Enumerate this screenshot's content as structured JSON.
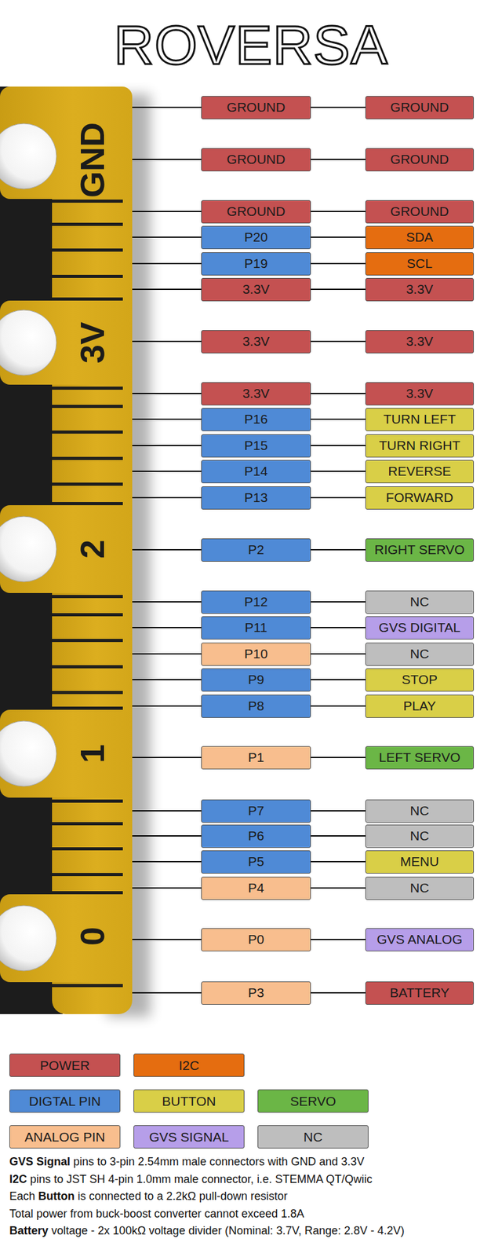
{
  "diagram": {
    "title": "ROVERSA",
    "nodes": [
      {
        "text": [
          "GROUND"
        ]
      },
      {
        "text": [
          "GROUND"
        ]
      },
      {
        "text": [
          "GROUND"
        ]
      },
      {
        "text": [
          "GROUND"
        ]
      },
      {
        "text": [
          "GROUND"
        ]
      },
      {
        "text": [
          "GROUND"
        ]
      },
      {
        "text": [
          "P20"
        ]
      },
      {
        "text": [
          "SDA"
        ]
      },
      {
        "text": [
          "P19"
        ]
      },
      {
        "text": [
          "SCL"
        ]
      },
      {
        "text": [
          "3.3V"
        ]
      },
      {
        "text": [
          "3.3V"
        ]
      },
      {
        "text": [
          "3.3V"
        ]
      },
      {
        "text": [
          "3.3V"
        ]
      },
      {
        "text": [
          "3.3V"
        ]
      },
      {
        "text": [
          "3.3V"
        ]
      },
      {
        "text": [
          "P16"
        ]
      },
      {
        "text": [
          "TURN LEFT"
        ]
      },
      {
        "text": [
          "P15"
        ]
      },
      {
        "text": [
          "TURN RIGHT"
        ]
      },
      {
        "text": [
          "P14"
        ]
      },
      {
        "text": [
          "REVERSE"
        ]
      },
      {
        "text": [
          "P13"
        ]
      },
      {
        "text": [
          "FORWARD"
        ]
      },
      {
        "text": [
          "P2"
        ]
      },
      {
        "text": [
          "RIGHT SERVO"
        ]
      },
      {
        "text": [
          "P12"
        ]
      },
      {
        "text": [
          "NC"
        ]
      },
      {
        "text": [
          "P11"
        ]
      },
      {
        "text": [
          "GVS DIGITAL"
        ]
      },
      {
        "text": [
          "P10"
        ]
      },
      {
        "text": [
          "NC"
        ]
      },
      {
        "text": [
          "P9"
        ]
      },
      {
        "text": [
          "STOP"
        ]
      },
      {
        "text": [
          "P8"
        ]
      },
      {
        "text": [
          "PLAY"
        ]
      },
      {
        "text": [
          "P1"
        ]
      },
      {
        "text": [
          "LEFT SERVO"
        ]
      },
      {
        "text": [
          "P7"
        ]
      },
      {
        "text": [
          "NC"
        ]
      },
      {
        "text": [
          "P6"
        ]
      },
      {
        "text": [
          "NC"
        ]
      },
      {
        "text": [
          "P5"
        ]
      },
      {
        "text": [
          "MENU"
        ]
      },
      {
        "text": [
          "P4"
        ]
      },
      {
        "text": [
          "NC"
        ]
      },
      {
        "text": [
          "P0"
        ]
      },
      {
        "text": [
          "GVS ANALOG"
        ]
      },
      {
        "text": [
          "P3"
        ]
      },
      {
        "text": [
          "BATTERY"
        ]
      }
    ],
    "edges": [
      {
        "from": 0,
        "to": 1,
        "arrow": "none"
      },
      {
        "from": 2,
        "to": 3,
        "arrow": "none"
      },
      {
        "from": 4,
        "to": 5,
        "arrow": "none"
      },
      {
        "from": 6,
        "to": 7,
        "arrow": "none"
      },
      {
        "from": 8,
        "to": 9,
        "arrow": "none"
      },
      {
        "from": 10,
        "to": 11,
        "arrow": "none"
      },
      {
        "from": 12,
        "to": 13,
        "arrow": "none"
      },
      {
        "from": 14,
        "to": 15,
        "arrow": "none"
      },
      {
        "from": 16,
        "to": 17,
        "arrow": "none"
      },
      {
        "from": 18,
        "to": 19,
        "arrow": "none"
      },
      {
        "from": 20,
        "to": 21,
        "arrow": "none"
      },
      {
        "from": 22,
        "to": 23,
        "arrow": "none"
      },
      {
        "from": 24,
        "to": 25,
        "arrow": "none"
      },
      {
        "from": 26,
        "to": 27,
        "arrow": "none"
      },
      {
        "from": 28,
        "to": 29,
        "arrow": "none"
      },
      {
        "from": 30,
        "to": 31,
        "arrow": "none"
      },
      {
        "from": 32,
        "to": 33,
        "arrow": "none"
      },
      {
        "from": 34,
        "to": 35,
        "arrow": "none"
      },
      {
        "from": 36,
        "to": 37,
        "arrow": "none"
      },
      {
        "from": 38,
        "to": 39,
        "arrow": "none"
      },
      {
        "from": 40,
        "to": 41,
        "arrow": "none"
      },
      {
        "from": 42,
        "to": 43,
        "arrow": "none"
      },
      {
        "from": 44,
        "to": 45,
        "arrow": "none"
      },
      {
        "from": 46,
        "to": 47,
        "arrow": "none"
      },
      {
        "from": 48,
        "to": 49,
        "arrow": "none"
      }
    ],
    "labels": [
      "GND",
      "3V",
      "2",
      "1",
      "0",
      "GVS Signal",
      "pins to 3-pin 2.54mm male connectors with GND and 3.3V",
      "I2C",
      "pins to JST SH 4-pin 1.0mm male connector, i.e. STEMMA QT/Qwiic",
      "Each",
      "Button",
      "is connected to a 2.2kΩ pull-down resistor",
      "Total power from buck-boost converter cannot exceed 1.8A",
      "Battery",
      "voltage - 2x 100kΩ voltage divider (Nominal: 3.7V, Range: 2.8V - 4.2V)"
    ],
    "legend": [
      {
        "text": "POWER",
        "color": "#c45151"
      },
      {
        "text": "I2C",
        "color": "#e56d10"
      },
      {
        "text": "DIGTAL PIN",
        "color": "#4f8ad6"
      },
      {
        "text": "BUTTON",
        "color": "#d9cf47"
      },
      {
        "text": "SERVO",
        "color": "#6bb646"
      },
      {
        "text": "ANALOG PIN",
        "color": "#f8be8e"
      },
      {
        "text": "GVS SIGNAL",
        "color": "#b69ee9"
      },
      {
        "text": "NC",
        "color": "#bebebe"
      }
    ]
  }
}
